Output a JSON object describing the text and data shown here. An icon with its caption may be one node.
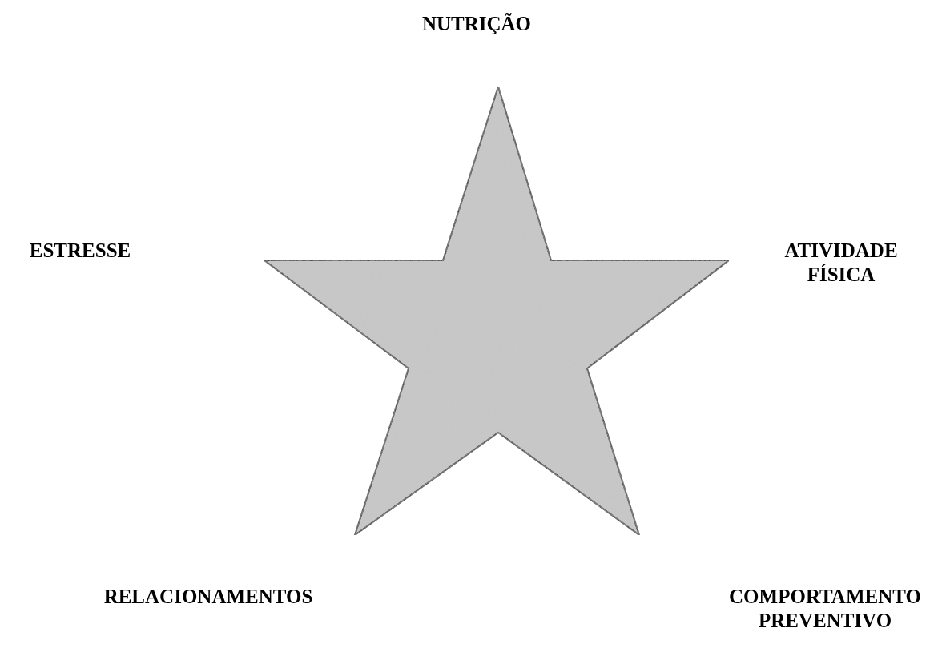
{
  "diagram": {
    "labels": [
      "NUTRIÇÃO",
      "ESTRESSE",
      "ATIVIDADE FÍSICA",
      "RELACIONAMENTOS",
      "COMPORTAMENTO PREVENTIVO"
    ]
  }
}
